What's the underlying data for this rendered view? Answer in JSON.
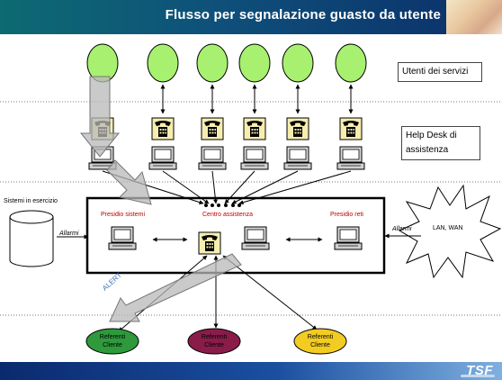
{
  "header": {
    "title": "Flusso per segnalazione guasto da utente"
  },
  "footer": {
    "logo": "TSF"
  },
  "zones": {
    "utenti": "Utenti dei servizi",
    "helpdesk": "Help Desk di assistenza"
  },
  "center_box": {
    "presidio_sistemi": "Presidio sistemi",
    "centro_assistenza": "Centro assistenza",
    "presidio_reti": "Presidio reti"
  },
  "left": {
    "sistemi_label": "Sistemi in esercizio",
    "allarmi": "Allarmi"
  },
  "right": {
    "allarmi": "Allarmi",
    "network": "LAN, WAN"
  },
  "alert_label": "ALERT",
  "referenti": [
    {
      "label": "Referenti Cliente",
      "color": "#2e9a3c"
    },
    {
      "label": "Referenti Cliente",
      "color": "#8a1c4a"
    },
    {
      "label": "Referenti Cliente",
      "color": "#f2cc22"
    }
  ],
  "colors": {
    "user_node": "#a8f070",
    "phone_bg": "#f6edb0",
    "arrow_gray": "#b8b8b8"
  },
  "icons": [
    "user-node",
    "phone-icon",
    "computer-icon",
    "database-icon",
    "network-burst-icon"
  ]
}
